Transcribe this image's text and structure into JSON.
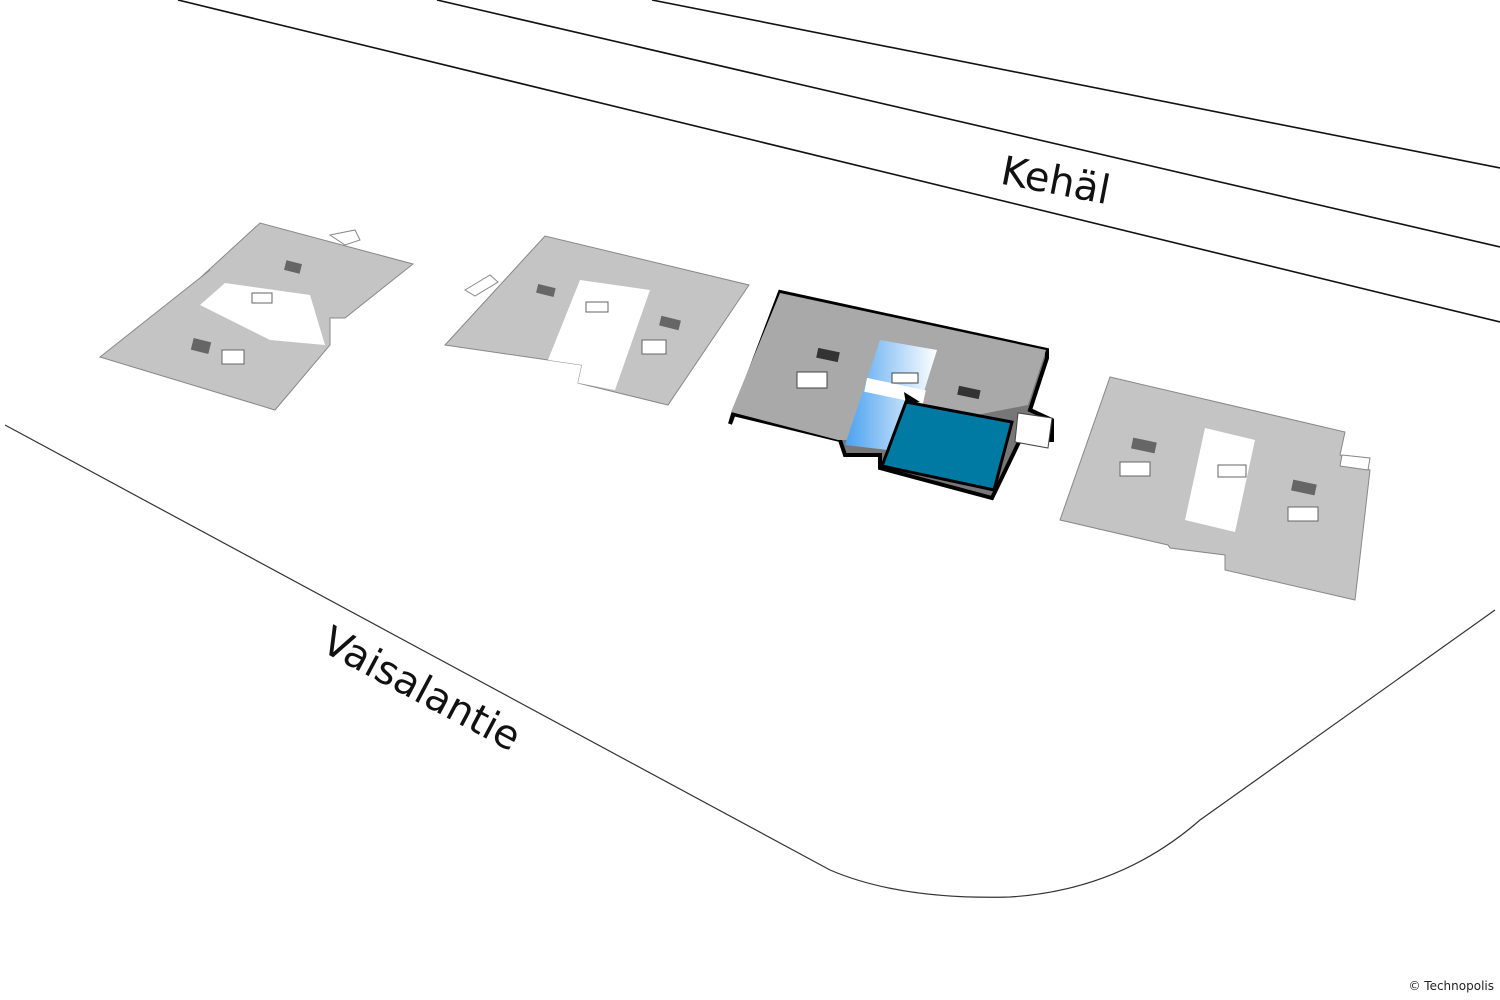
{
  "map": {
    "streets": [
      "Kehäl",
      "Vaisalantie"
    ],
    "copyright": "© Technopolis",
    "buildings": [
      {
        "id": "building-1",
        "selected": false
      },
      {
        "id": "building-2",
        "selected": false
      },
      {
        "id": "building-3",
        "selected": true
      },
      {
        "id": "building-4",
        "selected": false
      }
    ],
    "colors": {
      "building": "#c4c4c4",
      "selected_building": "#a9a9a9",
      "highlight_area": "#0079a3",
      "corridor": "#8cc4f4"
    }
  }
}
